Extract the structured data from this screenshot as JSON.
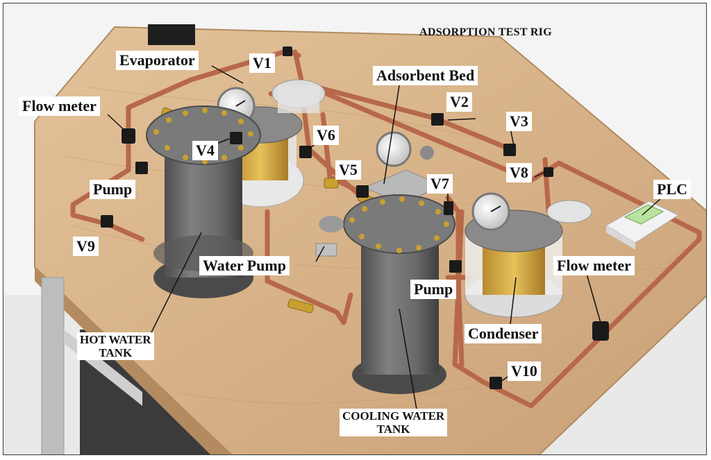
{
  "title": "ADSORPTION TEST RIG",
  "labels": {
    "evaporator": "Evaporator",
    "v1": "V1",
    "adsorbent_bed": "Adsorbent Bed",
    "flow_meter_left": "Flow meter",
    "v2": "V2",
    "v3": "V3",
    "v4": "V4",
    "v6": "V6",
    "v5": "V5",
    "v7": "V7",
    "v8": "V8",
    "pump_left": "Pump",
    "plc": "PLC",
    "v9": "V9",
    "water_pump": "Water Pump",
    "flow_meter_right": "Flow meter",
    "pump_right": "Pump",
    "condenser": "Condenser",
    "hot_water_tank_line1": "HOT WATER",
    "hot_water_tank_line2": "TANK",
    "v10": "V10",
    "cooling_water_tank_line1": "COOLING WATER",
    "cooling_water_tank_line2": "TANK"
  },
  "colors": {
    "table_wood": "#d9b58c",
    "copper_pipe": "#b8684a",
    "brass_fitting": "#c9a030",
    "tank_granite": "#6e6e6e",
    "valve_black": "#1a1a1a"
  }
}
